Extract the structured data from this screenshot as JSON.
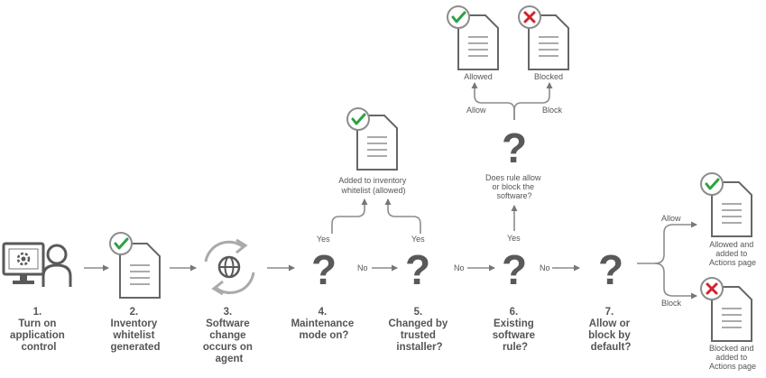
{
  "steps": [
    {
      "num": "1.",
      "lines": [
        "Turn on",
        "application",
        "control"
      ]
    },
    {
      "num": "2.",
      "lines": [
        "Inventory",
        "whitelist",
        "generated"
      ]
    },
    {
      "num": "3.",
      "lines": [
        "Software",
        "change",
        "occurs on",
        "agent"
      ]
    },
    {
      "num": "4.",
      "lines": [
        "Maintenance",
        "mode on?"
      ]
    },
    {
      "num": "5.",
      "lines": [
        "Changed by",
        "trusted",
        "installer?"
      ]
    },
    {
      "num": "6.",
      "lines": [
        "Existing",
        "software",
        "rule?"
      ]
    },
    {
      "num": "7.",
      "lines": [
        "Allow or",
        "block by",
        "default?"
      ]
    }
  ],
  "labels": {
    "yes": "Yes",
    "no": "No",
    "allow": "Allow",
    "block": "Block",
    "added_inventory": [
      "Added to inventory",
      "whitelist (allowed)"
    ],
    "does_rule": [
      "Does rule allow",
      "or block the",
      "software?"
    ],
    "allowed": "Allowed",
    "blocked": "Blocked",
    "allowed_actions": [
      "Allowed and",
      "added to",
      "Actions page"
    ],
    "blocked_actions": [
      "Blocked and",
      "added to",
      "Actions page"
    ]
  },
  "question_mark": "?",
  "colors": {
    "line": "#8c8c8c",
    "dark": "#595959",
    "check": "#2ea043",
    "cross": "#d0232e",
    "text": "#555555"
  }
}
